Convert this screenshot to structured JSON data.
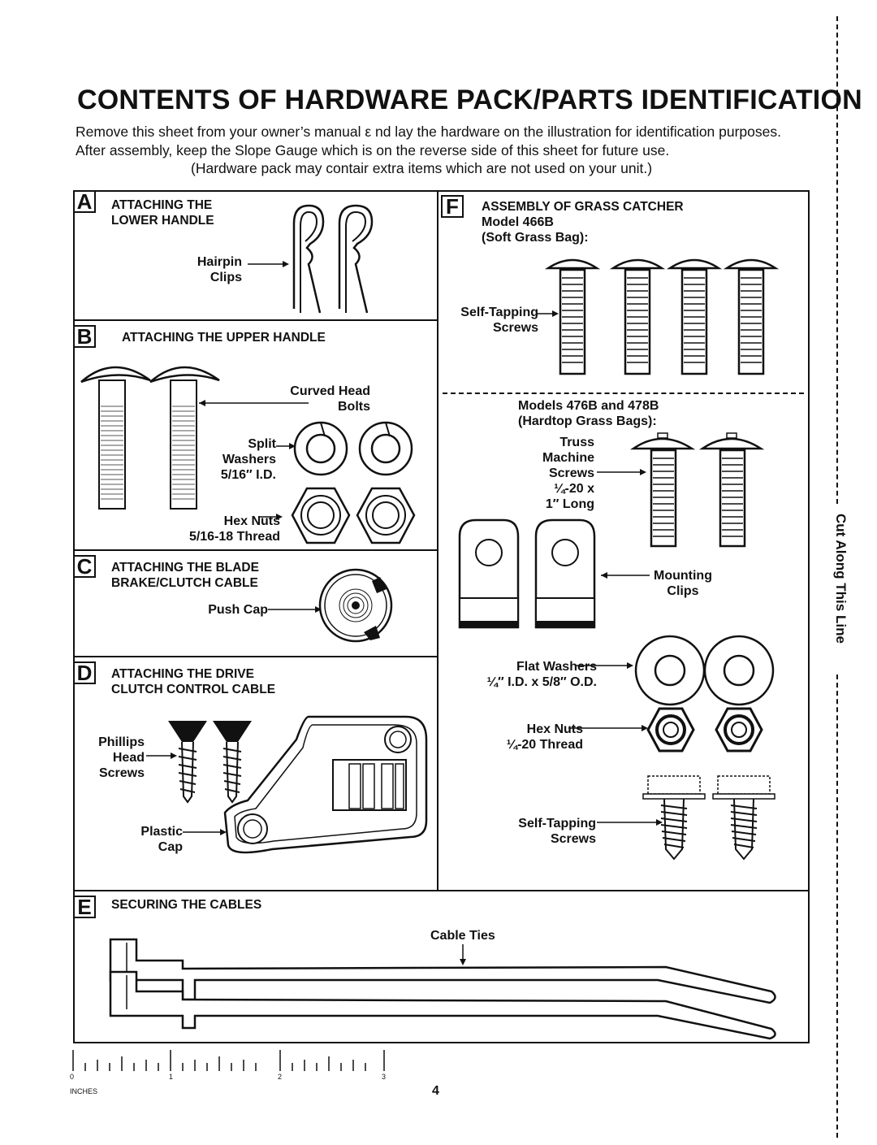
{
  "page": {
    "title": "CONTENTS OF HARDWARE PACK/PARTS IDENTIFICATION",
    "intro_line1": "Remove this sheet from your owner’s manual ε nd lay the hardware on the illustration for identification purposes.",
    "intro_line2": "After assembly, keep the Slope Gauge which is on the reverse side of this sheet for future use.",
    "intro_line3": "(Hardware pack may contair  extra items which are not used on your unit.)",
    "page_number": "4",
    "cut_line": "Cut Along This Line"
  },
  "section_a": {
    "letter": "A",
    "heading": "ATTACHING THE\nLOWER HANDLE",
    "part_label": "Hairpin\nClips",
    "part_icon": "hairpin-clip-icon"
  },
  "section_b": {
    "letter": "B",
    "heading": "ATTACHING THE UPPER HANDLE",
    "bolts_label": "Curved Head\nBolts",
    "washers_label": "Split\nWashers\n5/16″ I.D.",
    "nuts_label": "Hex Nuts\n5/16-18 Thread",
    "icons": [
      "curved-head-bolt-icon",
      "split-washer-icon",
      "hex-nut-icon"
    ]
  },
  "section_c": {
    "letter": "C",
    "heading": "ATTACHING THE BLADE\nBRAKE/CLUTCH CABLE",
    "part_label": "Push Cap",
    "part_icon": "push-cap-icon"
  },
  "section_d": {
    "letter": "D",
    "heading": "ATTACHING THE DRIVE\nCLUTCH CONTROL CABLE",
    "screws_label": "Phillips\nHead\nScrews",
    "cap_label": "Plastic\nCap",
    "icons": [
      "phillips-screw-icon",
      "plastic-cap-icon"
    ]
  },
  "section_e": {
    "letter": "E",
    "heading": "SECURING THE CABLES",
    "part_label": "Cable Ties",
    "part_icon": "cable-tie-icon"
  },
  "section_f": {
    "letter": "F",
    "heading": "ASSEMBLY OF GRASS CATCHER",
    "model_a": "Model 466B",
    "model_a_note": "(Soft Grass Bag):",
    "self_tapping_label": "Self-Tapping\nScrews",
    "models_b": "Models 476B and 478B",
    "models_b_note": "(Hardtop Grass Bags):",
    "truss_label": "Truss\nMachine\nScrews\n¼-20 x\n1″ Long",
    "mounting_label": "Mounting\nClips",
    "flat_washers_label": "Flat Washers\n¼″ I.D. x 5/8″ O.D.",
    "hex_nuts_label": "Hex Nuts\n¼-20 Thread",
    "self_tapping2_label": "Self-Tapping\nScrews",
    "icons": [
      "truss-screw-icon",
      "mounting-clip-icon",
      "flat-washer-icon",
      "hex-nut-icon",
      "hex-head-screw-icon"
    ]
  },
  "ruler": {
    "unit": "INCHES",
    "labels": [
      "0",
      "1",
      "2",
      "3"
    ]
  }
}
